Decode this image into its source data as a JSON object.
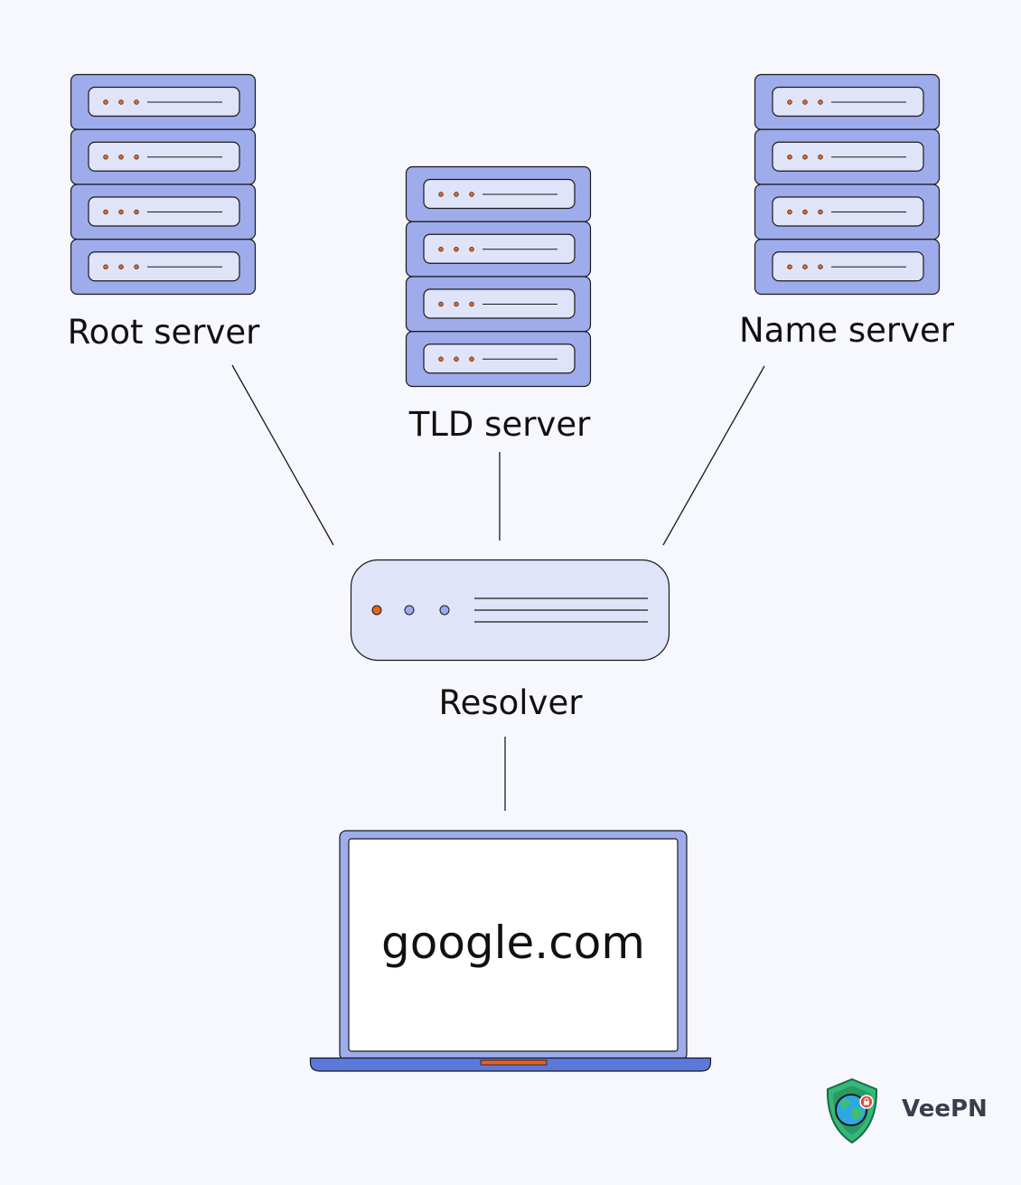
{
  "diagram": {
    "nodes": {
      "root": {
        "label": "Root server"
      },
      "tld": {
        "label": "TLD server"
      },
      "name": {
        "label": "Name server"
      },
      "resolver": {
        "label": "Resolver"
      },
      "client": {
        "screen_text": "google.com"
      }
    },
    "edges": [
      {
        "from": "root",
        "to": "resolver"
      },
      {
        "from": "tld",
        "to": "resolver"
      },
      {
        "from": "name",
        "to": "resolver"
      },
      {
        "from": "resolver",
        "to": "client"
      }
    ]
  },
  "brand": {
    "name": "VeePN",
    "icon": "veepn-shield-globe-icon"
  },
  "colors": {
    "background": "#f6f8fe",
    "server_unit": "#9eacec",
    "server_panel": "#dfe4f8",
    "indicator_dot": "#e8621d",
    "laptop_frame": "#9eacec",
    "laptop_base": "#5b79da",
    "shield": "#34b87a"
  }
}
